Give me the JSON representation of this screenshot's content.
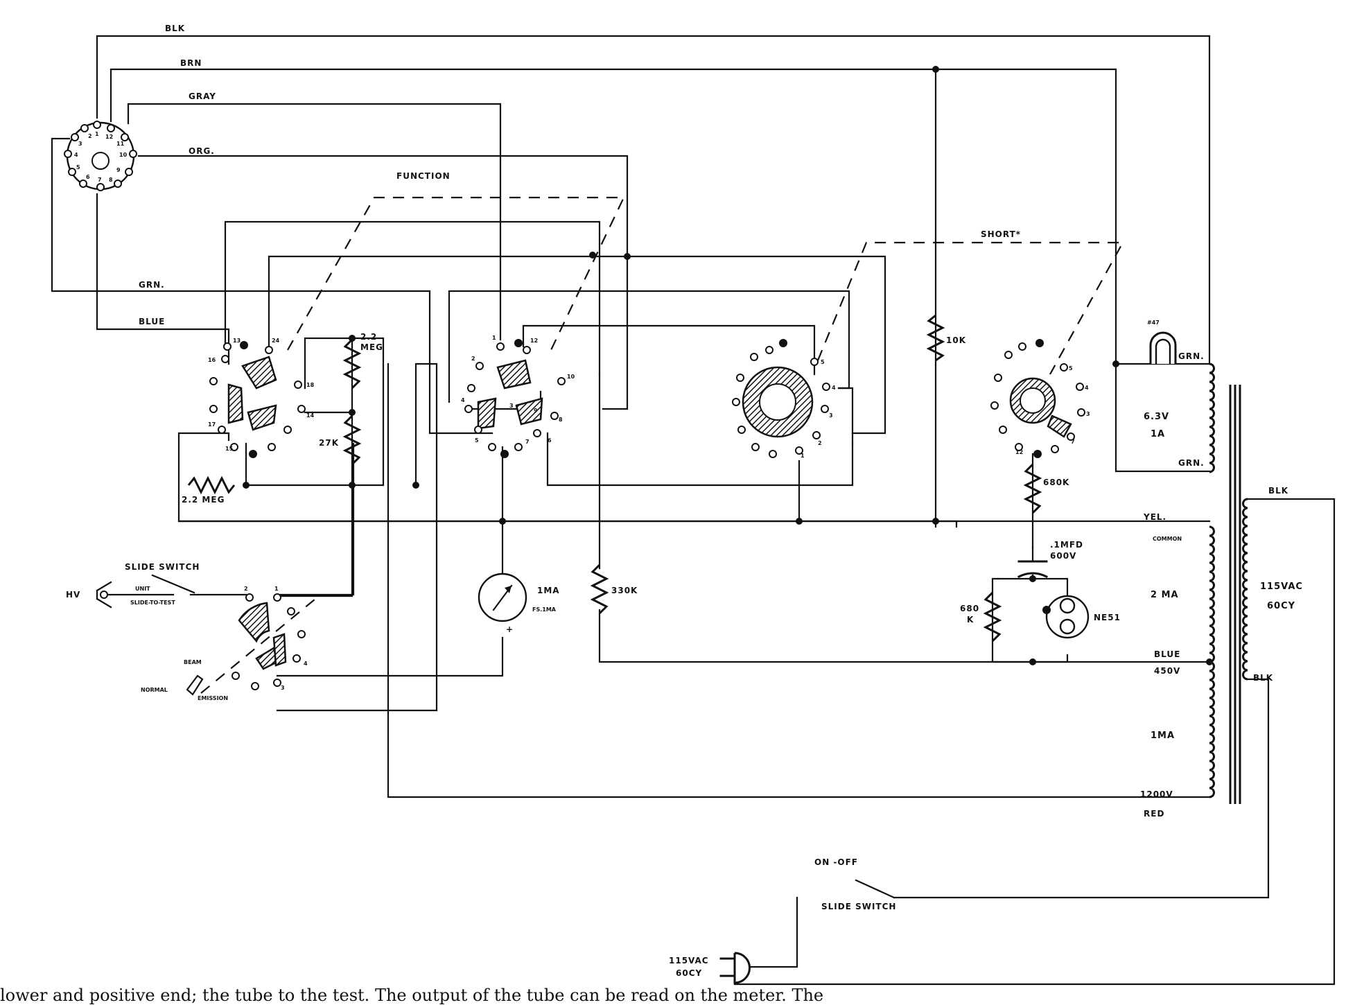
{
  "wire_colors": {
    "black": "BLK",
    "brown": "BRN",
    "gray": "GRAY",
    "orange": "ORG.",
    "green": "GRN.",
    "blue": "BLUE",
    "yellow": "YEL.",
    "red": "RED",
    "transformer_primary_top": "BLK",
    "transformer_primary_bottom": "BLK",
    "filament_top": "GRN.",
    "filament_bottom": "GRN."
  },
  "socket_pins": [
    "1",
    "2",
    "3",
    "4",
    "5",
    "6",
    "7",
    "8",
    "9",
    "10",
    "11",
    "12"
  ],
  "switches": {
    "function": "FUNCTION",
    "short": "SHORT*",
    "slide_switch_upper": "SLIDE SWITCH",
    "slide_to_test": "SLIDE-TO-TEST",
    "hv": "HV",
    "unit": "UNIT",
    "normal": "NORMAL",
    "beam": "BEAM",
    "emission": "EMISSION",
    "on_off": "ON -OFF",
    "slide_switch_lower": "SLIDE SWITCH"
  },
  "components": {
    "r_2_2_meg_upper_1": "2.2",
    "r_2_2_meg_upper_2": "MEG",
    "r_27k": "27K",
    "r_2_2_meg_lower": "2.2 MEG",
    "r_10k": "10K",
    "r_680k": "680K",
    "capacitor_1": ".1MFD",
    "capacitor_2": "600V",
    "r_680k_left_1": "680",
    "r_680k_left_2": "K",
    "neon": "NE51",
    "r_330k": "330K",
    "meter": "1MA",
    "meter_fs": "FS.1MA",
    "meter_plus": "+",
    "lamp": "#47"
  },
  "transformer": {
    "filament_v": "6.3V",
    "filament_a": "1A",
    "common": "COMMON",
    "tap_current_upper": "2 MA",
    "tap_450": "450V",
    "tap_current_lower": "1MA",
    "tap_1200": "1200V",
    "primary_v": "115VAC",
    "primary_hz": "60CY"
  },
  "wafer_pins": {
    "w1": {
      "p13": "13",
      "p14": "14",
      "p16": "16",
      "p17": "17",
      "p18": "18",
      "p15": "15",
      "p24": "24"
    },
    "w2": {
      "p1": "1",
      "p2": "2",
      "p3": "3",
      "p4": "4",
      "p5": "5",
      "p6": "6",
      "p7": "7",
      "p8": "8",
      "p9": "9",
      "p10": "10",
      "p12": "12"
    },
    "w3": {
      "p1": "1",
      "p2": "2",
      "p3": "3",
      "p4": "4",
      "p5": "5"
    },
    "w4": {
      "p3": "3",
      "p4": "4",
      "p5": "5",
      "p7": "7",
      "p12": "12"
    },
    "slide": {
      "p1": "1",
      "p2": "2",
      "p3": "3",
      "p4": "4"
    }
  },
  "power_input": {
    "voltage": "115VAC",
    "frequency": "60CY"
  },
  "caption": "lower and positive end; the tube to the test. The output of the tube can be read on the meter. The"
}
